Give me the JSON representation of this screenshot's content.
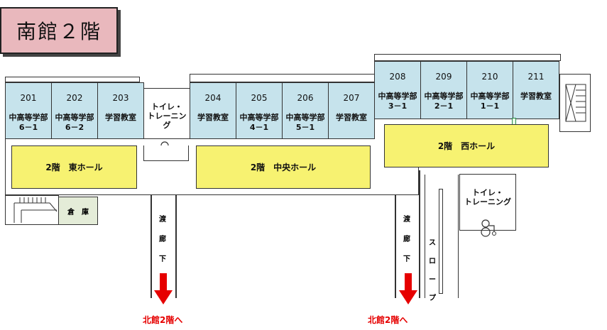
{
  "title": "南館２階",
  "rooms": [
    {
      "num": "201",
      "name": "中高等学部\n6－1"
    },
    {
      "num": "202",
      "name": "中高等学部\n6－2"
    },
    {
      "num": "203",
      "name": "学習教室"
    },
    {
      "num": "204",
      "name": "学習教室"
    },
    {
      "num": "205",
      "name": "中高等学部\n4－1"
    },
    {
      "num": "206",
      "name": "中高等学部\n5－1"
    },
    {
      "num": "207",
      "name": "学習教室"
    },
    {
      "num": "208",
      "name": "中高等学部\n3－1"
    },
    {
      "num": "209",
      "name": "中高等学部\n2－1"
    },
    {
      "num": "210",
      "name": "中高等学部\n1－1"
    },
    {
      "num": "211",
      "name": "学習教室"
    }
  ],
  "halls": {
    "east": "2階　東ホール",
    "central": "2階　中央ホール",
    "west": "2階　西ホール"
  },
  "toilets": {
    "north": "トイレ・\nトレーニング",
    "south": "トイレ・\nトレーニング"
  },
  "storage": "倉　庫",
  "corridor_label": "渡\n廊\n下",
  "slope_label": "ス\nロ\nー\nプ",
  "north_arrows": [
    "北館2階へ",
    "北館2階へ"
  ],
  "colors": {
    "room": "#c6e3ec",
    "hall": "#f7f271",
    "title_plate": "#e9b8bd",
    "arrow": "#e60000"
  }
}
